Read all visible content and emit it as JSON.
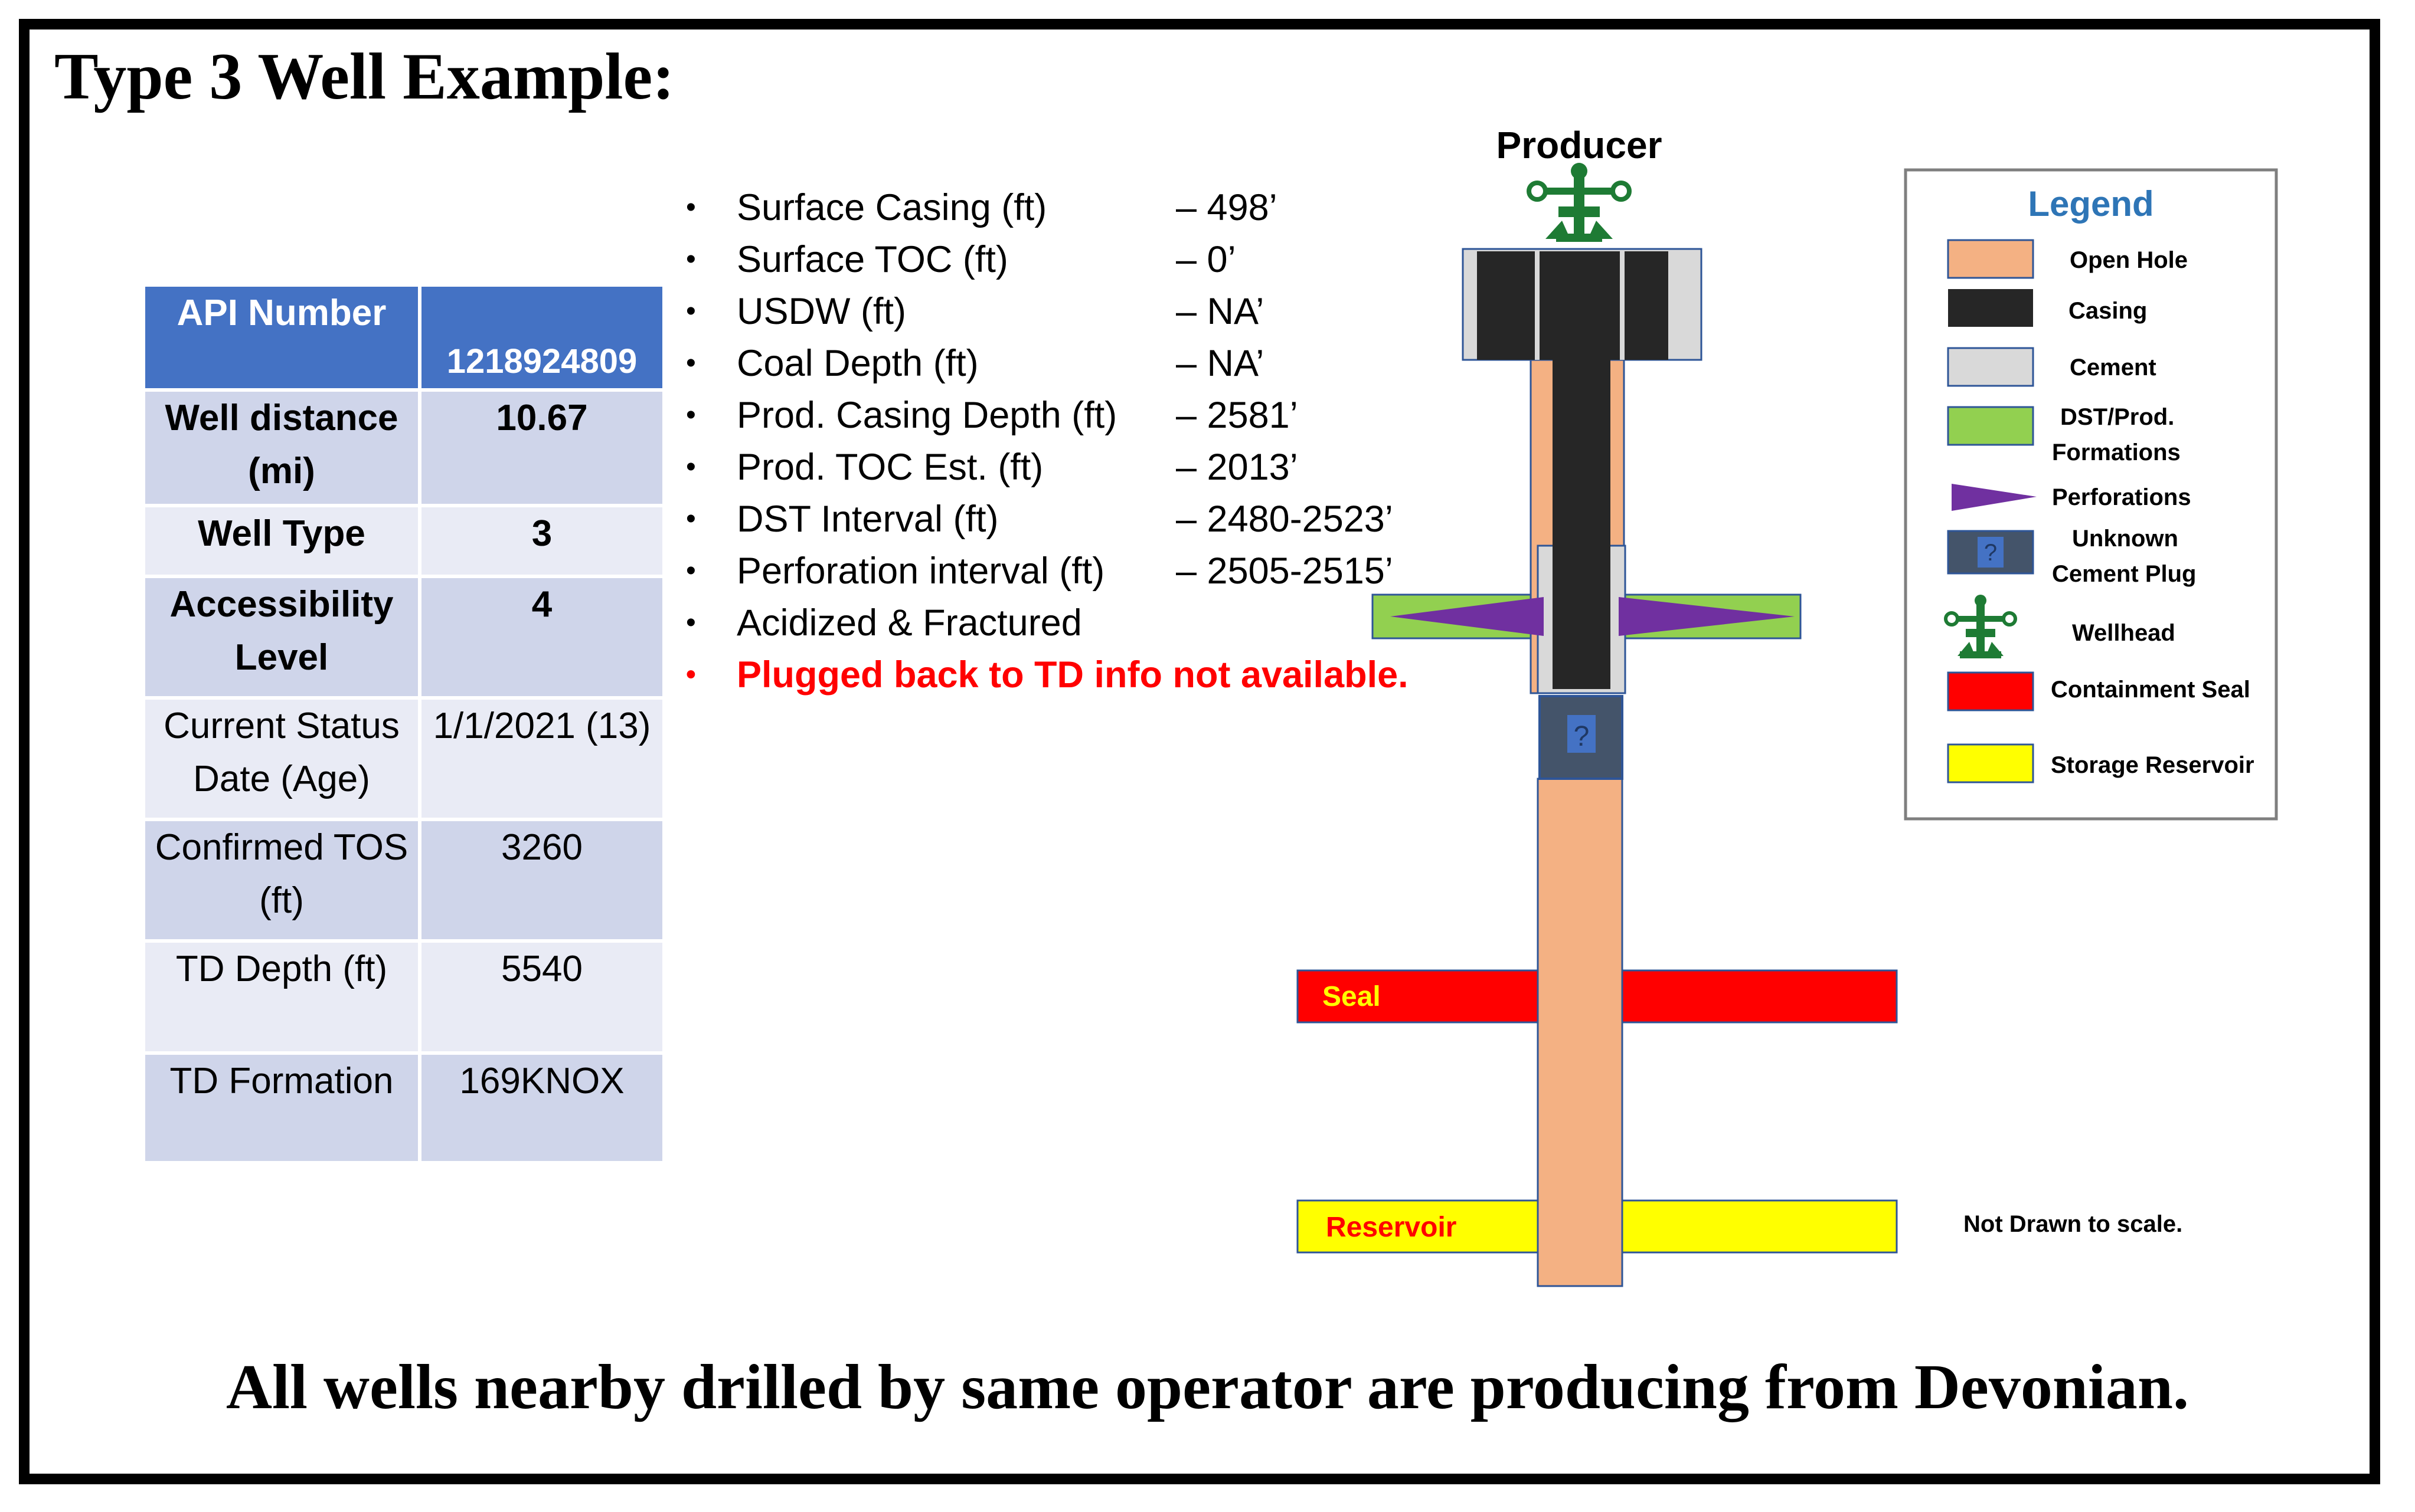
{
  "title": "Type 3 Well Example:",
  "footer": "All wells nearby drilled by same operator are producing from Devonian.",
  "table": {
    "header": {
      "label": "API Number",
      "value": "1218924809"
    },
    "rows": [
      {
        "label": "Well distance (mi)",
        "value": "10.67"
      },
      {
        "label": "Well Type",
        "value": "3"
      },
      {
        "label": "Accessibility Level",
        "value": "4"
      },
      {
        "label": "Current Status Date (Age)",
        "value": "1/1/2021 (13)"
      },
      {
        "label": "Confirmed TOS (ft)",
        "value": "3260"
      },
      {
        "label": "TD Depth (ft)",
        "value": "5540"
      },
      {
        "label": "TD Formation",
        "value": "169KNOX"
      }
    ]
  },
  "bullets": [
    {
      "label": "Surface Casing (ft)",
      "value": "– 498’"
    },
    {
      "label": "Surface TOC (ft)",
      "value": "– 0’"
    },
    {
      "label": "USDW (ft)",
      "value": "– NA’"
    },
    {
      "label": "Coal Depth (ft)",
      "value": "– NA’"
    },
    {
      "label": "Prod. Casing Depth (ft)",
      "value": "– 2581’"
    },
    {
      "label": "Prod. TOC Est. (ft)",
      "value": "– 2013’"
    },
    {
      "label": "DST Interval (ft)",
      "value": "– 2480-2523’"
    },
    {
      "label": "Perforation interval (ft)",
      "value": "– 2505-2515’"
    },
    {
      "label": "Acidized & Fractured",
      "value": ""
    },
    {
      "label": "Plugged back to TD info not available.",
      "value": ""
    }
  ],
  "bullet_symbol": "•",
  "diagram": {
    "producer_label": "Producer",
    "seal_label": "Seal",
    "reservoir_label": "Reservoir",
    "unknown_plug_mark": "?",
    "scale_note": "Not Drawn to scale."
  },
  "legend": {
    "title": "Legend",
    "items": [
      {
        "label": "Open Hole",
        "color": "#f4b183",
        "icon": "open-hole-swatch"
      },
      {
        "label": "Casing",
        "color": "#262626",
        "icon": "casing-swatch"
      },
      {
        "label": "Cement",
        "color": "#d9d9d9",
        "icon": "cement-swatch"
      },
      {
        "label": "DST/Prod. Formations",
        "color": "#92d050",
        "icon": "dst-formation-swatch"
      },
      {
        "label": "Perforations",
        "color": "#7030a0",
        "icon": "perforation-icon"
      },
      {
        "label": "Unknown Cement Plug",
        "color": "#4472c4",
        "icon": "unknown-plug-swatch"
      },
      {
        "label": "Wellhead",
        "color": "#1e7b34",
        "icon": "wellhead-icon"
      },
      {
        "label": "Containment Seal",
        "color": "#ff0000",
        "icon": "seal-swatch"
      },
      {
        "label": "Storage Reservoir",
        "color": "#ffff00",
        "icon": "reservoir-swatch"
      }
    ]
  },
  "colors": {
    "table_header": "#4472c4",
    "table_dark_row": "#cfd5ea",
    "table_light_row": "#e9ebf5",
    "legend_title": "#2e75b6",
    "warning_text": "#ff0000"
  }
}
